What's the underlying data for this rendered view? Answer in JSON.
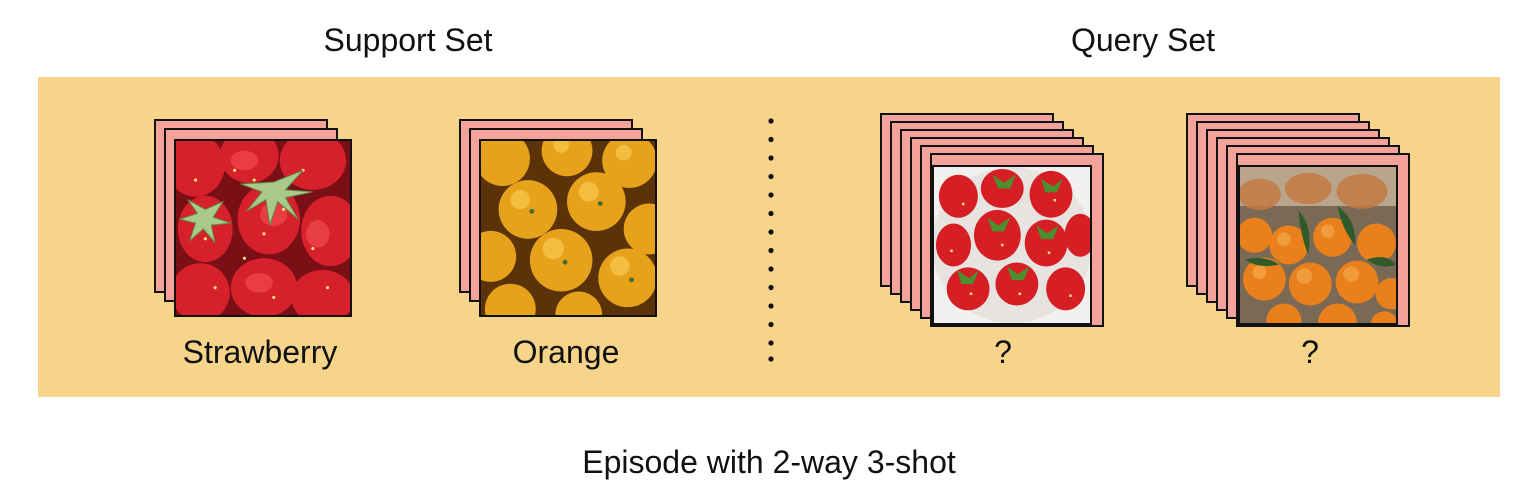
{
  "diagram": {
    "support_title": "Support Set",
    "query_title": "Query Set",
    "caption": "Episode with 2-way 3-shot",
    "support": [
      {
        "label": "Strawberry",
        "image": "strawberries-photo"
      },
      {
        "label": "Orange",
        "image": "oranges-photo"
      }
    ],
    "query": [
      {
        "label": "?",
        "image": "strawberries-in-bowl-photo"
      },
      {
        "label": "?",
        "image": "oranges-at-market-photo"
      }
    ],
    "colors": {
      "panel": "#f6d48a",
      "card": "#f3a39a",
      "border": "#111111"
    }
  }
}
